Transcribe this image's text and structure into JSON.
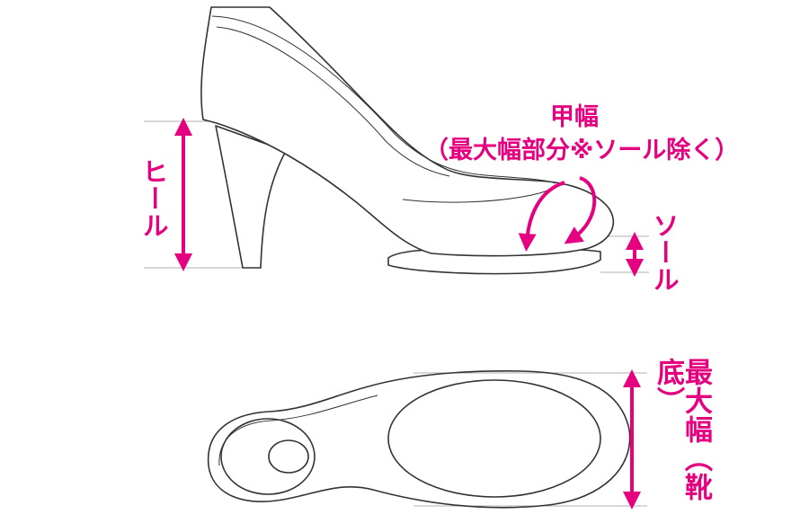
{
  "labels": {
    "instep": "甲幅",
    "instep_note": "（最大幅部分※ソール除く）",
    "heel": "ヒール",
    "sole": "ソール",
    "max_width": "最大幅（靴底）"
  },
  "colors": {
    "accent": "#e4007f",
    "outline": "#333333",
    "guide": "#b0b0b0"
  }
}
